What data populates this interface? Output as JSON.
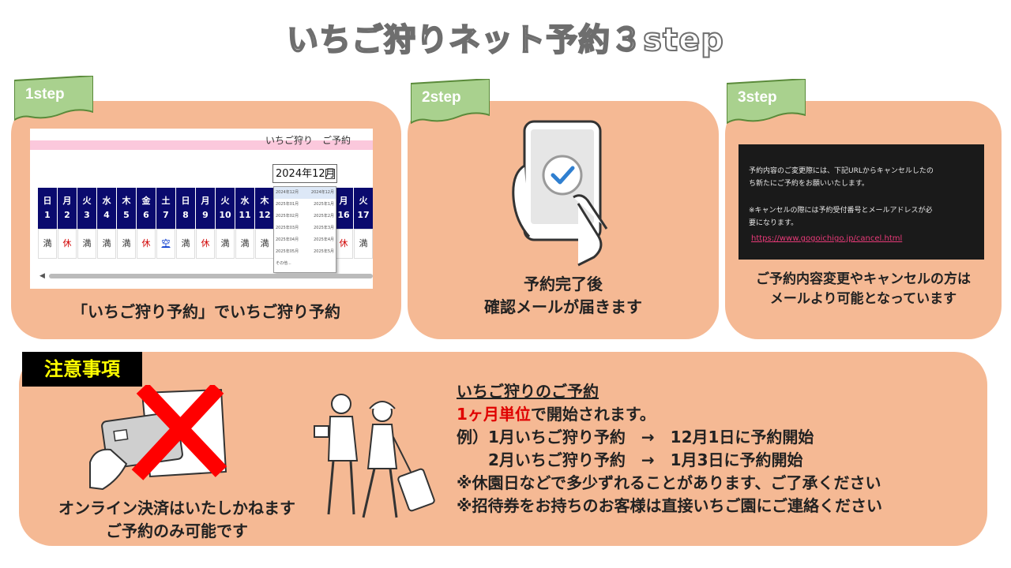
{
  "title": "いちご狩りネット予約３step",
  "steps": [
    {
      "label": "1step",
      "caption": "「いちご狩り予約」でいちご狩り予約"
    },
    {
      "label": "2step",
      "caption_line1": "予約完了後",
      "caption_line2": "確認メールが届きます"
    },
    {
      "label": "3step",
      "caption_line1": "ご予約内容変更やキャンセルの方は",
      "caption_line2": "メールより可能となっています"
    }
  ],
  "calendar_screenshot": {
    "header": "いちご狩り　ご予約",
    "month": "2024年12月",
    "days": [
      {
        "dow": "日",
        "day": "1",
        "status": "満"
      },
      {
        "dow": "月",
        "day": "2",
        "status": "休"
      },
      {
        "dow": "火",
        "day": "3",
        "status": "満"
      },
      {
        "dow": "水",
        "day": "4",
        "status": "満"
      },
      {
        "dow": "木",
        "day": "5",
        "status": "満"
      },
      {
        "dow": "金",
        "day": "6",
        "status": "休"
      },
      {
        "dow": "土",
        "day": "7",
        "status": "空"
      },
      {
        "dow": "日",
        "day": "8",
        "status": "満"
      },
      {
        "dow": "月",
        "day": "9",
        "status": "休"
      },
      {
        "dow": "火",
        "day": "10",
        "status": "満"
      },
      {
        "dow": "水",
        "day": "11",
        "status": "満"
      },
      {
        "dow": "木",
        "day": "12",
        "status": "満"
      },
      {
        "dow": "",
        "day": "",
        "status": ""
      },
      {
        "dow": "",
        "day": "",
        "status": ""
      },
      {
        "dow": "",
        "day": "",
        "status": ""
      },
      {
        "dow": "月",
        "day": "16",
        "status": "休"
      },
      {
        "dow": "火",
        "day": "17",
        "status": "満"
      }
    ],
    "dropdown": [
      {
        "l": "2024年12月",
        "r": "2024年12月"
      },
      {
        "l": "2025年01月",
        "r": "2025年1月"
      },
      {
        "l": "2025年02月",
        "r": "2025年2月"
      },
      {
        "l": "2025年03月",
        "r": "2025年3月"
      },
      {
        "l": "2025年04月",
        "r": "2025年4月"
      },
      {
        "l": "2025年05月",
        "r": "2025年5月"
      },
      {
        "l": "その他...",
        "r": ""
      }
    ]
  },
  "email_box": {
    "line1": "予約内容のご変更際には、下記URLからキャンセルしたの",
    "line2": "ち新たにご予約をお願いいたします。",
    "line3": "※キャンセルの際には予約受付番号とメールアドレスが必",
    "line4": "要になります。",
    "link": "https://www.gogoichigo.jp/cancel.html"
  },
  "notice": {
    "badge": "注意事項",
    "payment_line1": "オンライン決済はいたしかねます",
    "payment_line2": "ご予約のみ可能です",
    "heading": "いちご狩りのご予約",
    "unit_red": "1ヶ月単位",
    "unit_rest": "で開始されます。",
    "example1": "例）1月いちご狩り予約　→　12月1日に予約開始",
    "example2": "　　2月いちご狩り予約　→　1月3日に予約開始",
    "note1": "※休園日などで多少ずれることがあります、ご了承ください",
    "note2": "※招待券をお持ちのお客様は直接いちご園にご連絡ください"
  },
  "colors": {
    "panel": "#f5b994",
    "flag": "#a9d18e",
    "calendar_header": "#0a0a6e",
    "accent_red": "#e00000",
    "badge_text": "#ffff00"
  }
}
